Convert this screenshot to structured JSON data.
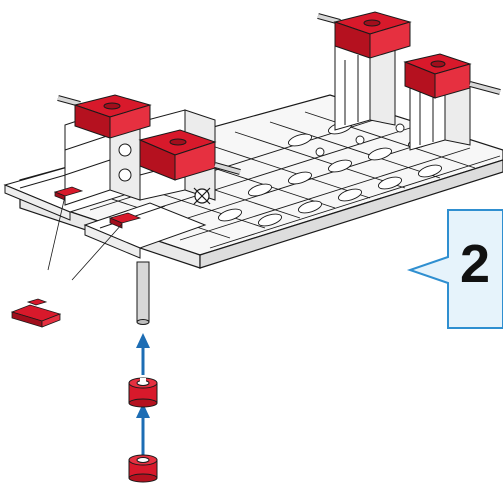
{
  "step": {
    "number": "2"
  },
  "colors": {
    "red": "#d8192b",
    "red_dark": "#a10e1c",
    "plate": "#ffffff",
    "plate_stroke": "#1a1a1a",
    "callout_fill": "#e6f3fb",
    "callout_stroke": "#2f8fd0",
    "arrow_blue": "#1d6db4",
    "axle_gray": "#d8d8d8"
  },
  "icons": {
    "step_callout": "speech-bubble-left",
    "arrow": "arrow-up"
  }
}
